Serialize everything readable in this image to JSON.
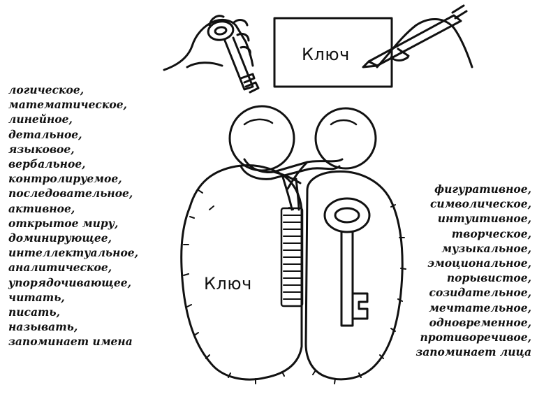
{
  "top_card": {
    "label": "Ключ"
  },
  "brain": {
    "label": "Ключ"
  },
  "left_hemisphere": {
    "items": [
      "логическое,",
      "математическое,",
      "линейное,",
      "детальное,",
      "языковое,",
      "вербальное,",
      "контролируемое,",
      "последовательное,",
      "активное,",
      "открытое миру,",
      "доминирующее,",
      "интеллектуальное,",
      "аналитическое,",
      "упорядочивающее,",
      "читать,",
      "писать,",
      "называть,",
      "запоминает имена"
    ]
  },
  "right_hemisphere": {
    "items": [
      "фигуративное,",
      "символическое,",
      "интуитивное,",
      "творческое,",
      "музыкальное,",
      "эмоциональное,",
      "порывистое,",
      "созидательное,",
      "мечтательное,",
      "одновременное,",
      "противоречивое,",
      "запоминает лица"
    ]
  }
}
